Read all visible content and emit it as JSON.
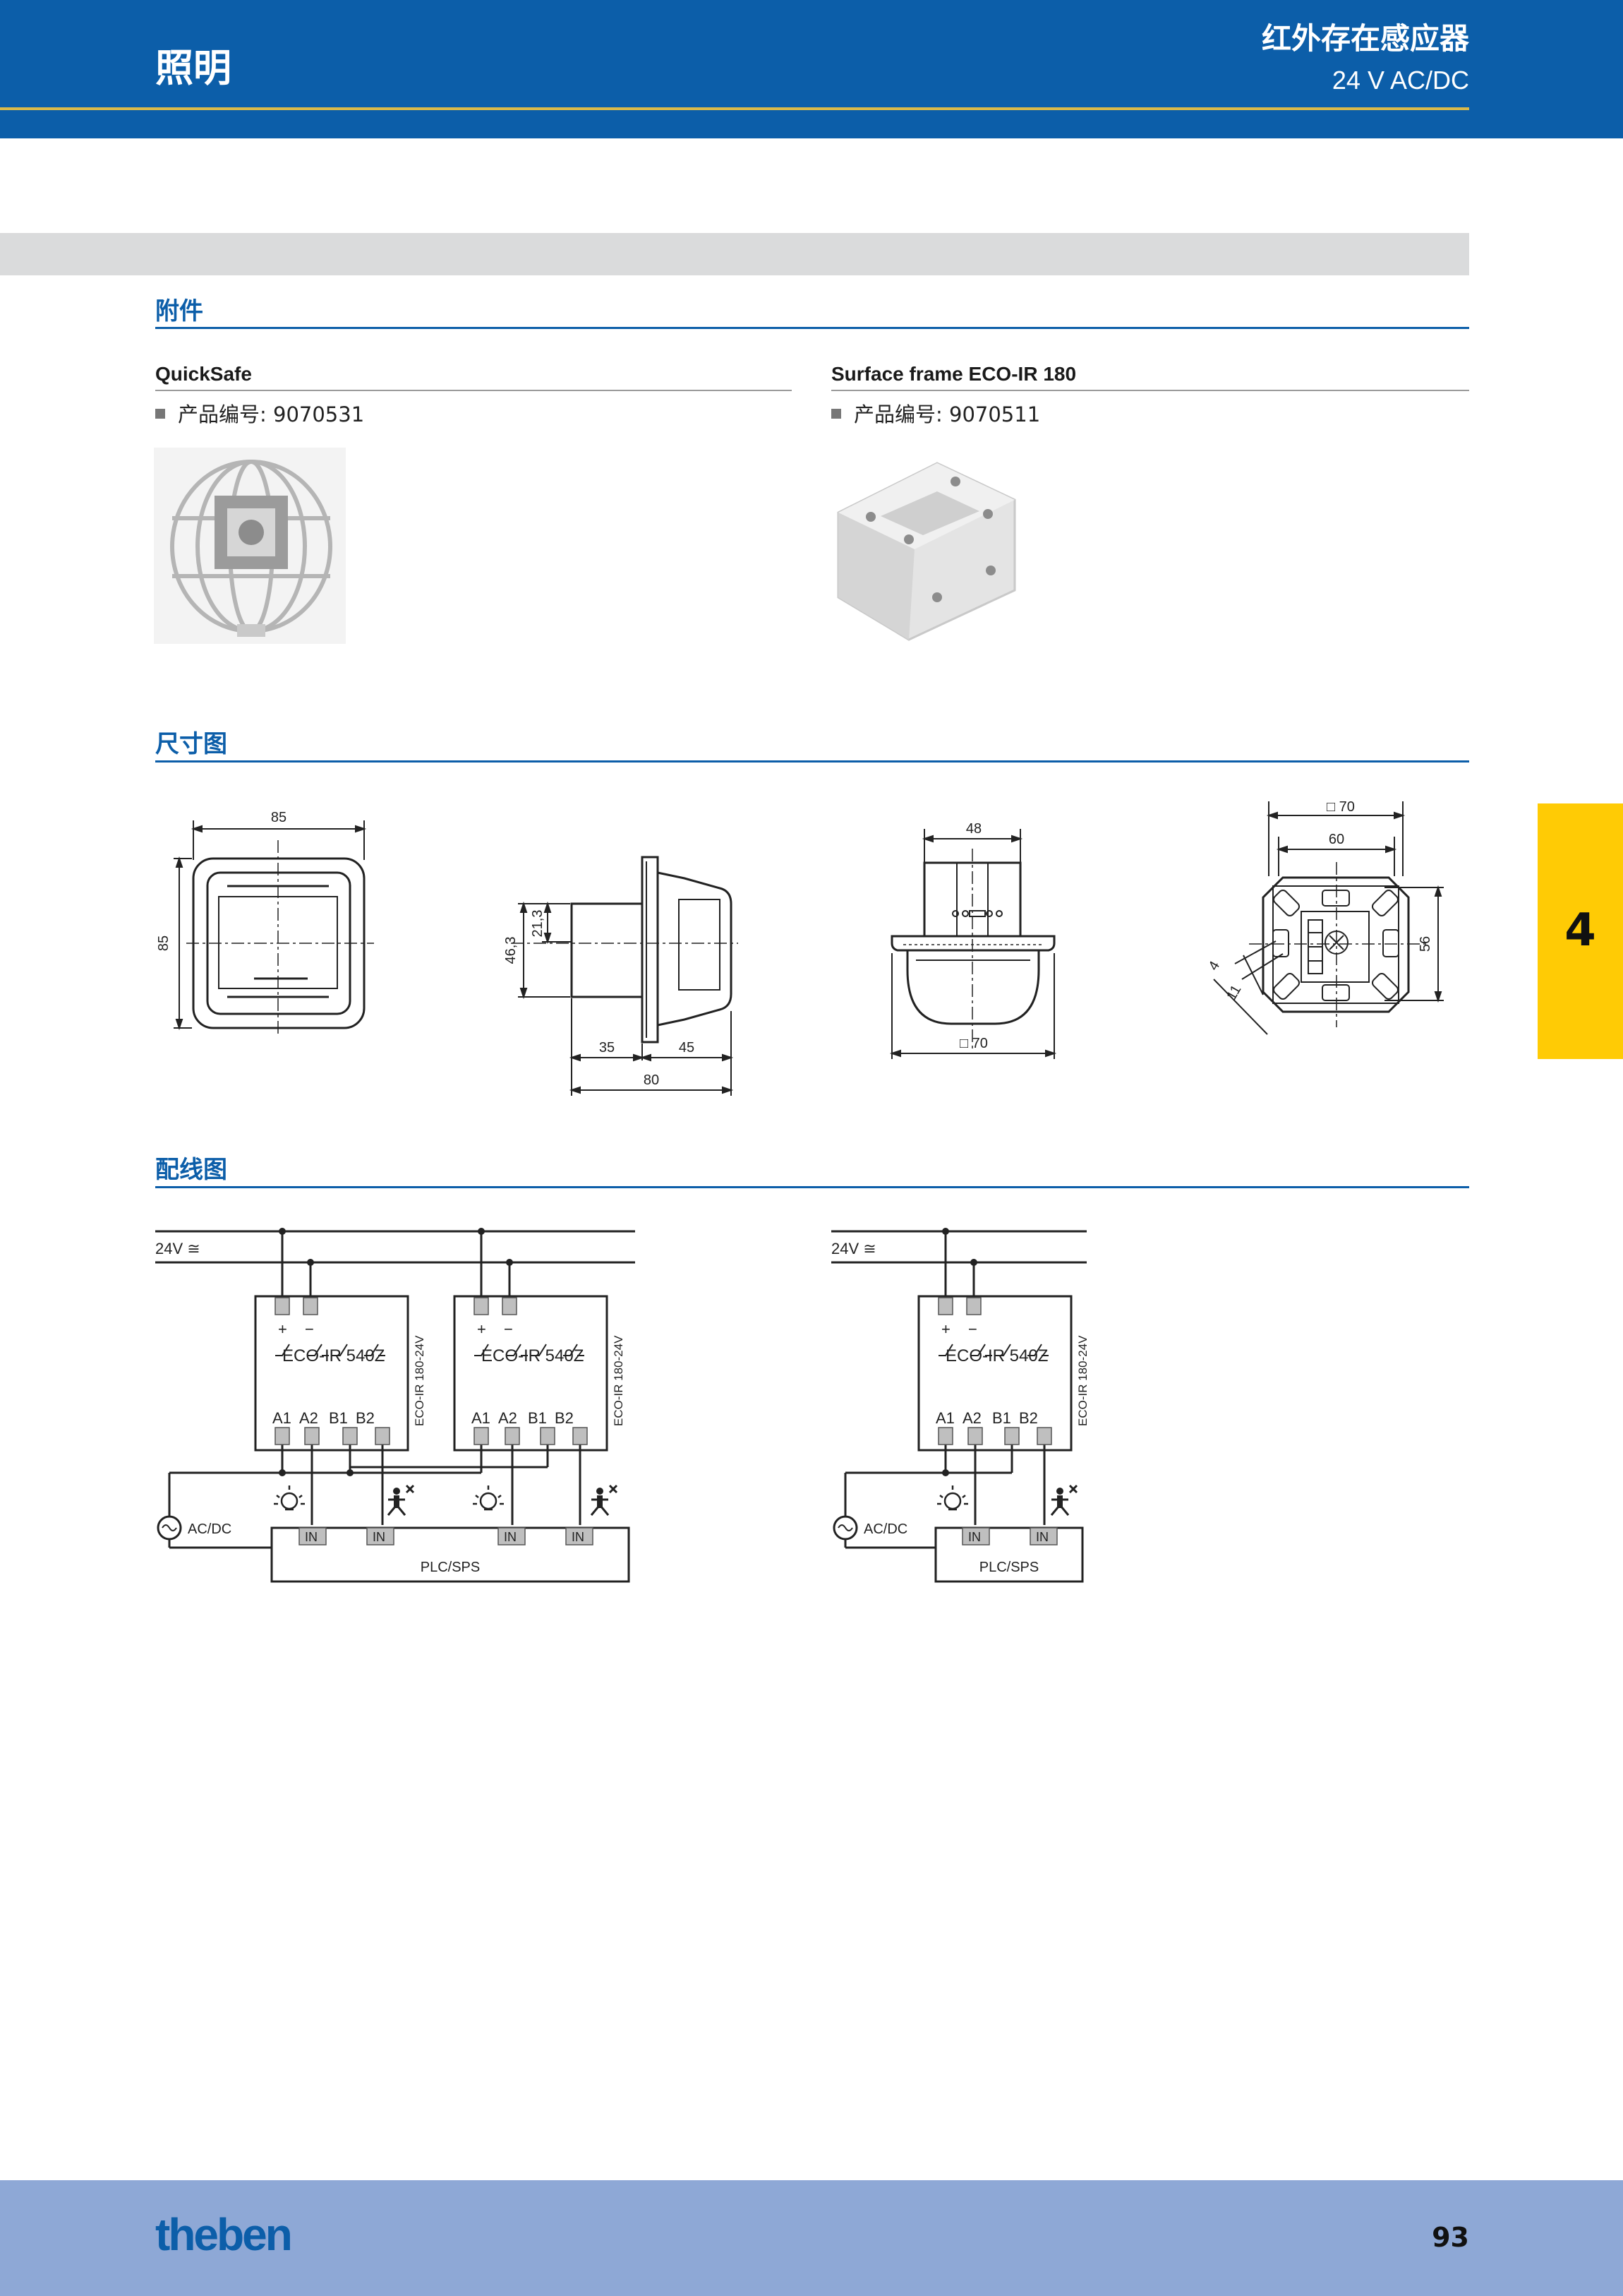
{
  "header": {
    "category": "照明",
    "product_title": "红外存在感应器",
    "product_subtitle": "24 V AC/DC"
  },
  "colors": {
    "brand_blue": "#0c5ea9",
    "accent_yellow": "#ffcb05",
    "footer_blue": "#8ea8d6",
    "gold_rule": "#d9b94a"
  },
  "accessories": {
    "title": "附件",
    "items": [
      {
        "name": "QuickSafe",
        "number": "产品编号: 9070531",
        "image": "protective-wire-cage-photo"
      },
      {
        "name": "Surface frame ECO-IR 180",
        "number": "产品编号: 9070511",
        "image": "surface-mount-frame-photo"
      }
    ]
  },
  "dimensions": {
    "title": "尺寸图",
    "front": {
      "width": "85",
      "height": "85"
    },
    "side": {
      "height_total": "46,3",
      "height_part": "21,3",
      "depth_a": "35",
      "depth_b": "45",
      "depth_total": "80"
    },
    "mounted": {
      "width": "48",
      "base": "□ 70"
    },
    "back": {
      "outer": "□ 70",
      "inner": "60",
      "height": "56",
      "slot_a": "4",
      "slot_b": "11"
    }
  },
  "wiring": {
    "title": "配线图",
    "supply": "24V ≅",
    "device": "ECO-IR 540Z",
    "device_side": "ECO-IR 180-24V",
    "term_plus": "+",
    "term_minus": "−",
    "t_a1": "A1",
    "t_a2": "A2",
    "t_b1": "B1",
    "t_b2": "B2",
    "source": "AC/DC",
    "plc": "PLC/SPS",
    "input": "IN"
  },
  "side_tab": {
    "number": "4"
  },
  "footer": {
    "logo": "theben",
    "page_number": "93"
  }
}
